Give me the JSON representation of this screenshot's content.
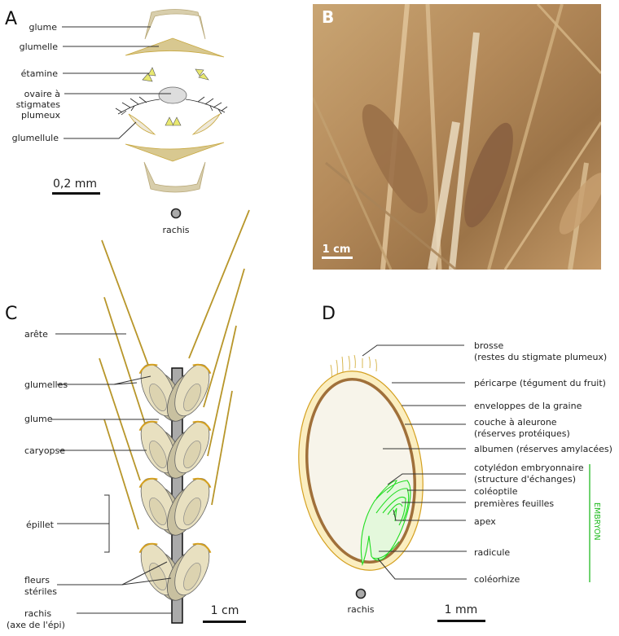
{
  "panels": {
    "a": {
      "letter": "A",
      "labels": {
        "glume": "glume",
        "glumelle": "glumelle",
        "etamine": "étamine",
        "ovaire_1": "ovaire à",
        "ovaire_2": "stigmates",
        "ovaire_3": "plumeux",
        "glumellule": "glumellule"
      },
      "scale": "0,2 mm",
      "rachis": "rachis"
    },
    "b": {
      "letter": "B",
      "scale": "1 cm"
    },
    "c": {
      "letter": "C",
      "labels": {
        "arete": "arête",
        "glumelles": "glumelles",
        "glume": "glume",
        "caryopse": "caryopse",
        "epillet": "épillet",
        "fleurs_1": "fleurs",
        "fleurs_2": "stériles",
        "rachis_1": "rachis",
        "rachis_2": "(axe de l'épi)"
      },
      "scale": "1 cm"
    },
    "d": {
      "letter": "D",
      "labels": {
        "brosse_1": "brosse",
        "brosse_2": "(restes du stigmate plumeux)",
        "pericarpe": "péricarpe (tégument du fruit)",
        "enveloppes": "enveloppes de la graine",
        "couche_1": "couche à aleurone",
        "couche_2": "(réserves protéiques)",
        "albumen": "albumen (réserves amylacées)",
        "cotyledon_1": "cotylédon embryonnaire",
        "cotyledon_2": "(structure d'échanges)",
        "coleoptile": "coléoptile",
        "feuilles": "premières feuilles",
        "apex": "apex",
        "radicule": "radicule",
        "coleorhize": "coléorhize"
      },
      "embryon": "EMBRYON",
      "rachis": "rachis",
      "scale": "1 mm"
    }
  },
  "colors": {
    "glume": "#d8ceac",
    "awn": "#b8962a",
    "stamen": "#e8e870",
    "embryo": "#22cc22",
    "aleurone": "#a0703a",
    "pericarp": "#fbeec0"
  }
}
